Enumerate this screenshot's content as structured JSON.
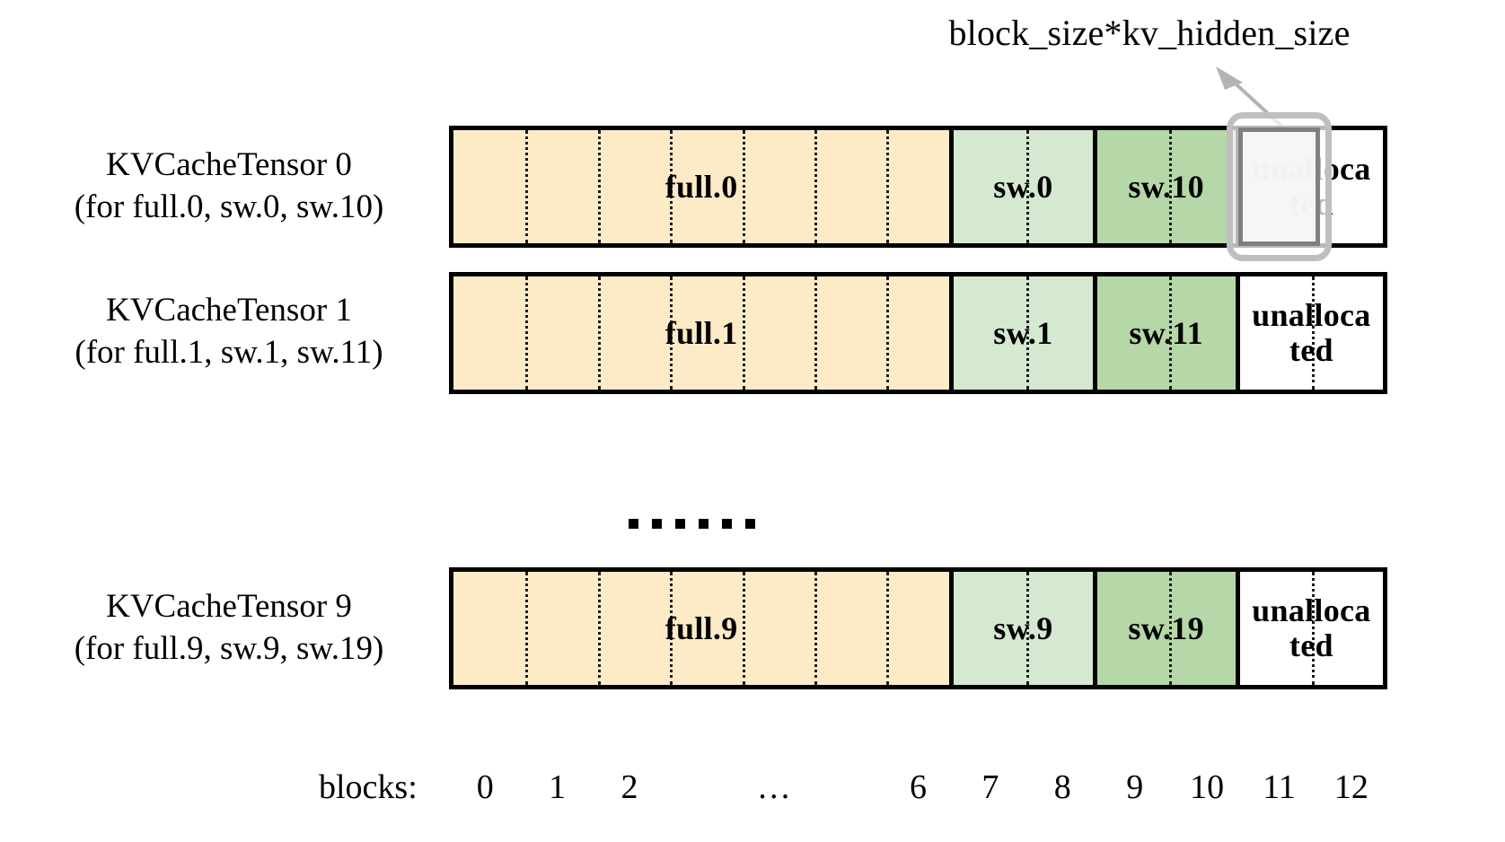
{
  "annotation": {
    "text": "block_size*kv_hidden_size",
    "arrow_name": "callout-arrow"
  },
  "colors": {
    "full": "#FDEBC8",
    "sw_low": "#D5E8D0",
    "sw_high": "#B6D7A8",
    "unallocated": "#FFFFFF",
    "border": "#000000",
    "highlight_outer": "#BFBFBF",
    "highlight_inner": "#808080",
    "dotted_divider": "#1A1A1A"
  },
  "rows": [
    {
      "label_line1": "KVCacheTensor 0",
      "label_line2": "(for full.0, sw.0, sw.10)",
      "segments": [
        {
          "text": "full.0",
          "blocks": 7,
          "fill": "full"
        },
        {
          "text": "sw.0",
          "blocks": 2,
          "fill": "sw_low"
        },
        {
          "text": "sw.10",
          "blocks": 2,
          "fill": "sw_high"
        },
        {
          "text": "unalloca ted",
          "text_line1": "unalloca",
          "text_line2": "ted",
          "blocks": 2,
          "fill": "unallocated"
        }
      ],
      "highlight_block": 11
    },
    {
      "label_line1": "KVCacheTensor 1",
      "label_line2": "(for full.1, sw.1, sw.11)",
      "segments": [
        {
          "text": "full.1",
          "blocks": 7,
          "fill": "full"
        },
        {
          "text": "sw.1",
          "blocks": 2,
          "fill": "sw_low"
        },
        {
          "text": "sw.11",
          "blocks": 2,
          "fill": "sw_high"
        },
        {
          "text": "unalloca ted",
          "text_line1": "unalloca",
          "text_line2": "ted",
          "blocks": 2,
          "fill": "unallocated"
        }
      ],
      "highlight_block": null
    },
    {
      "label_line1": "KVCacheTensor 9",
      "label_line2": "(for full.9, sw.9, sw.19)",
      "segments": [
        {
          "text": "full.9",
          "blocks": 7,
          "fill": "full"
        },
        {
          "text": "sw.9",
          "blocks": 2,
          "fill": "sw_low"
        },
        {
          "text": "sw.19",
          "blocks": 2,
          "fill": "sw_high"
        },
        {
          "text": "unalloca ted",
          "text_line1": "unalloca",
          "text_line2": "ted",
          "blocks": 2,
          "fill": "unallocated"
        }
      ],
      "highlight_block": null
    }
  ],
  "ellipsis": {
    "dot_count": 6
  },
  "axis": {
    "title": "blocks:",
    "ticks": [
      "0",
      "1",
      "2",
      "…",
      "6",
      "7",
      "8",
      "9",
      "10",
      "11",
      "12"
    ],
    "tick_block_spans": [
      1,
      1,
      1,
      3,
      1,
      1,
      1,
      1,
      1,
      1,
      1
    ],
    "total_blocks": 13
  }
}
